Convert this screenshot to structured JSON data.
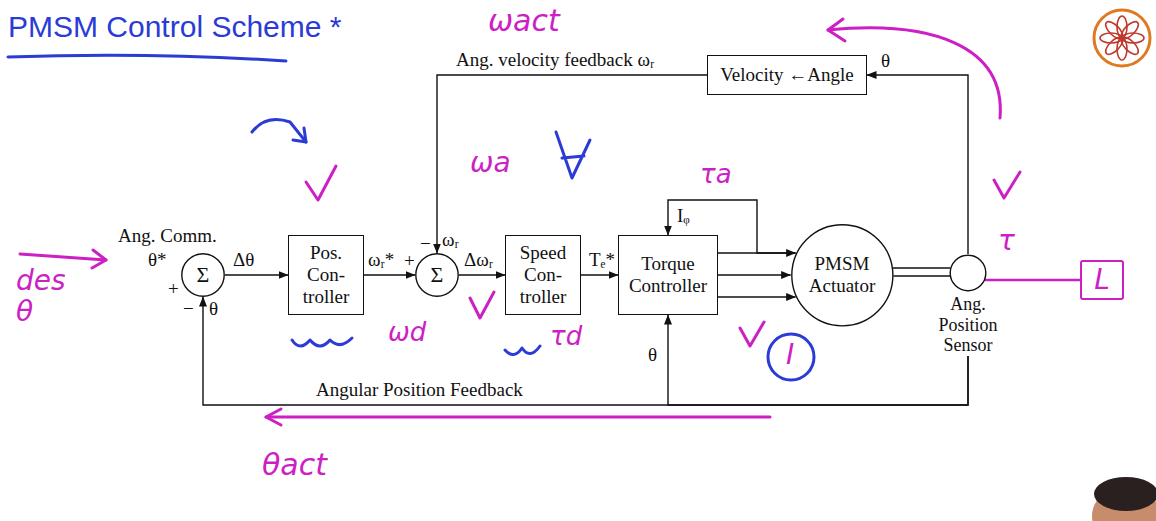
{
  "diagram": {
    "title": "PMSM Control Scheme *",
    "nodes": [
      {
        "text": [
          "Velocity ←Angle"
        ]
      },
      {
        "text": [
          "Σ"
        ]
      },
      {
        "text": [
          "Pos. Con- troller"
        ]
      },
      {
        "text": [
          "Σ"
        ]
      },
      {
        "text": [
          "Speed Con- troller"
        ]
      },
      {
        "text": [
          "Torque Controller"
        ]
      },
      {
        "text": [
          "PMSM Actuator"
        ]
      },
      {
        "text": [
          "Ang. Position Sensor"
        ]
      },
      {
        "text": [
          "L"
        ]
      }
    ],
    "edges": [
      {
        "from": 1,
        "to": 2,
        "arrow": "to",
        "label": "Δθ"
      },
      {
        "from": 2,
        "to": 3,
        "arrow": "to",
        "label": "ωᵣ*"
      },
      {
        "from": 3,
        "to": 4,
        "arrow": "to",
        "label": "Δωᵣ"
      },
      {
        "from": 4,
        "to": 5,
        "arrow": "to",
        "label": "Tₑ*"
      },
      {
        "from": 5,
        "to": 6,
        "arrow": "to"
      },
      {
        "from": 5,
        "to": 6,
        "arrow": "to"
      },
      {
        "from": 5,
        "to": 6,
        "arrow": "to"
      },
      {
        "from": 6,
        "to": 7,
        "arrow": "none"
      },
      {
        "from": 7,
        "to": 0,
        "arrow": "to",
        "label": "θ"
      },
      {
        "from": 0,
        "to": 3,
        "arrow": "to",
        "label": "Ang. velocity feedback ωᵣ"
      },
      {
        "from": 7,
        "to": 1,
        "arrow": "to",
        "label": "Angular Position Feedback"
      },
      {
        "from": 7,
        "to": 5,
        "arrow": "to",
        "label": "θ"
      },
      {
        "from": 6,
        "to": 5,
        "arrow": "to",
        "label": "Iᵩ"
      },
      {
        "from": 7,
        "to": 8,
        "arrow": "none"
      }
    ],
    "labels": [
      "Ang. Comm.",
      "θ*",
      "+",
      "−",
      "θ",
      "+",
      "−",
      "ωᵣ",
      "ωact",
      "des θ",
      "θact",
      "ωa",
      "ωd",
      "τd",
      "τa",
      "τ",
      "I"
    ]
  }
}
